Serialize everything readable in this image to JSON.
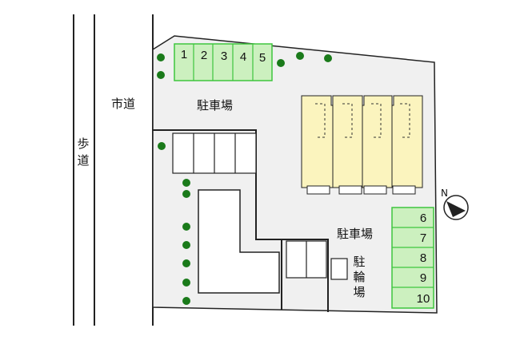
{
  "labels": {
    "sidewalk": "歩道",
    "city_road": "市道",
    "parking_top": "駐車場",
    "parking_right": "駐車場",
    "bicycle_parking": "駐輪場"
  },
  "parking_spaces_top": [
    "1",
    "2",
    "3",
    "4",
    "5"
  ],
  "parking_spaces_right": [
    "6",
    "7",
    "8",
    "9",
    "10"
  ],
  "compass": {
    "label": "N",
    "icon": "north-arrow-icon"
  },
  "colors": {
    "lot": "#f0f0f0",
    "parking_green_fill": "#ccf0bf",
    "parking_green_stroke": "#3ec53e",
    "building_yellow": "#fbf4be",
    "tree": "#1a7a1a"
  }
}
